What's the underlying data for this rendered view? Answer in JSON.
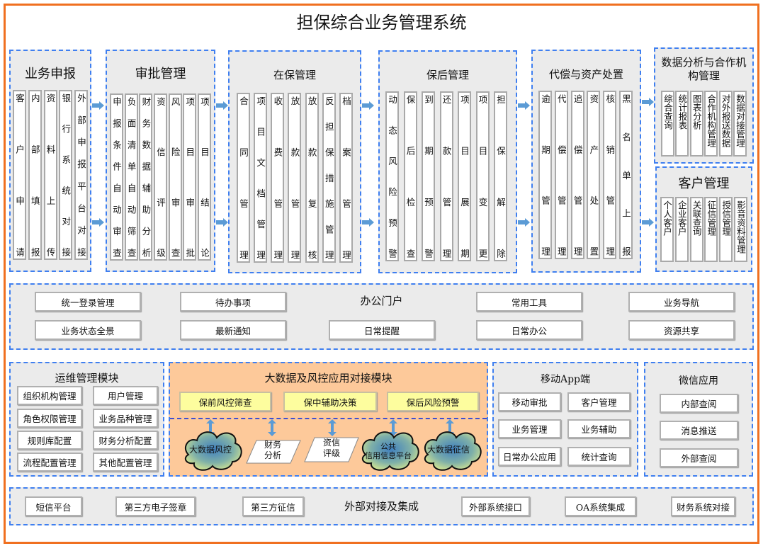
{
  "title": "担保综合业务管理系统",
  "modules": {
    "apply": {
      "title": "业务申报",
      "items": [
        "客户申请",
        "内部填报",
        "资料上传",
        "银行系统对接",
        "外部申报平台对接"
      ]
    },
    "approve": {
      "title": "审批管理",
      "items": [
        "申报条件自动审查",
        "负面清单自动筛查",
        "财务数据辅助分析",
        "资信评级",
        "风险审查",
        "项目审批",
        "项目结论"
      ]
    },
    "inguar": {
      "title": "在保管理",
      "items": [
        "合同管理",
        "项目文档管理",
        "收费管理",
        "放款管理",
        "放款复核",
        "反担保措施管理",
        "档案管理"
      ]
    },
    "postguar": {
      "title": "保后管理",
      "items": [
        "动态风险预警",
        "保后检查",
        "到期预警",
        "还款管理",
        "项目展期",
        "项目变更",
        "担保解除"
      ]
    },
    "compensate": {
      "title": "代偿与资产处置",
      "items": [
        "逾期管理",
        "代偿管理",
        "追偿管理",
        "资产处置",
        "核销管理",
        "黑名单上报"
      ]
    },
    "analysis": {
      "title": "数据分析与合作机构管理",
      "items": [
        "综合查询",
        "统计报表",
        "图表分析",
        "合作机构管理",
        "对外报送数据",
        "数据对接管理"
      ]
    },
    "customer": {
      "title": "客户管理",
      "items": [
        "个人客户",
        "企业客户",
        "关联查询",
        "征信管理",
        "授信管理",
        "影音资料管理"
      ]
    }
  },
  "portal": {
    "title": "办公门户",
    "row1": [
      "统一登录管理",
      "待办事项",
      "常用工具",
      "业务导航"
    ],
    "row2": [
      "业务状态全景",
      "最新通知",
      "日常提醒",
      "日常办公",
      "资源共享"
    ]
  },
  "ops": {
    "title": "运维管理模块",
    "items": [
      "组织机构管理",
      "用户管理",
      "角色权限管理",
      "业务品种管理",
      "规则库配置",
      "财务分析配置",
      "流程配置管理",
      "其他配置管理"
    ]
  },
  "bigdata": {
    "title": "大数据及风控应用对接模块",
    "stages": [
      "保前风控筛查",
      "保中辅助决策",
      "保后风险预警"
    ],
    "sources": [
      "大数据风控",
      "财务\n分析",
      "资信\n评级",
      "公共\n信用信息平台",
      "大数据征信"
    ]
  },
  "mobile": {
    "title": "移动App端",
    "items": [
      "移动审批",
      "客户管理",
      "业务管理",
      "业务辅助",
      "日常办公应用",
      "统计查询"
    ]
  },
  "wechat": {
    "title": "微信应用",
    "items": [
      "内部查阅",
      "消息推送",
      "外部查阅"
    ]
  },
  "external": {
    "title": "外部对接及集成",
    "items": [
      "短信平台",
      "第三方电子签章",
      "第三方征信",
      "外部系统接口",
      "OA系统集成",
      "财务系统对接"
    ]
  },
  "colors": {
    "border": "#f07020",
    "dash": "#3f7ff0",
    "panel": "#ebebeb",
    "orange_panel": "#fdc99a",
    "yellow": "#fdfd9e",
    "arrow": "#5b9bd5"
  }
}
